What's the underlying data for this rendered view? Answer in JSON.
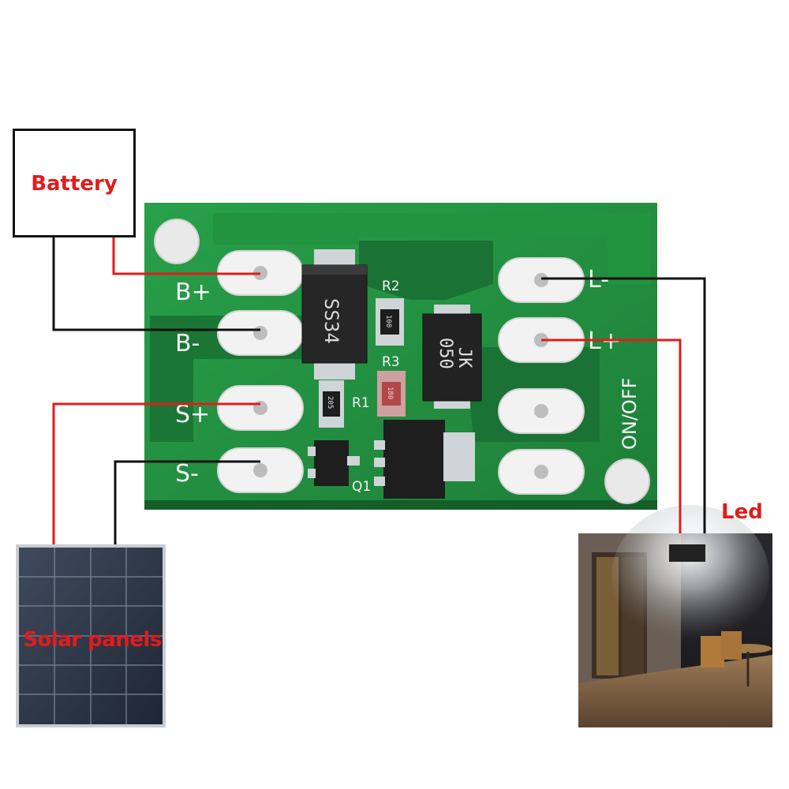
{
  "labels": {
    "battery": "Battery",
    "solar": "Solar panels",
    "led": "Led"
  },
  "pcb": {
    "pins_left": [
      "B+",
      "B-",
      "S+",
      "S-"
    ],
    "pins_right": [
      "L-",
      "L+"
    ],
    "switch_label": "ON/OFF",
    "diode_marking": "SS34",
    "jk_marking_line1": "JK",
    "jk_marking_line2": "050",
    "refs": {
      "r2": "R2",
      "r3": "R3",
      "r1": "R1",
      "q1": "Q1"
    },
    "resistor_codes": {
      "r2": "100",
      "r1": "205",
      "r3": "180"
    }
  },
  "colors": {
    "pcb_green": "#1f8a3b",
    "wire_red": "#e31b1b",
    "wire_black": "#111111",
    "label_red": "#e31b1b"
  }
}
